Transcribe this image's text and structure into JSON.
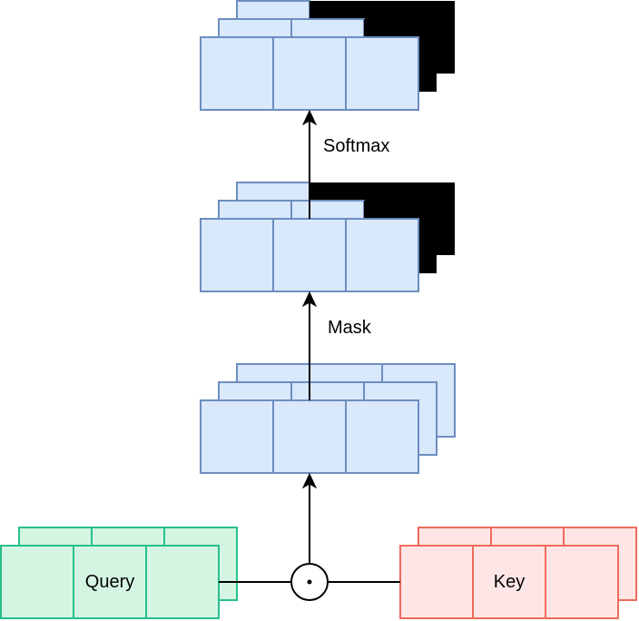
{
  "labels": {
    "query": "Query",
    "key": "Key",
    "mask": "Mask",
    "softmax": "Softmax",
    "dot_operator": "⊙"
  },
  "colors": {
    "blue_fill": "#dae8fc",
    "blue_stroke": "#6c8ebf",
    "green_fill": "#d5f5e3",
    "green_stroke": "#27c08a",
    "red_fill": "#ffe6e6",
    "red_stroke": "#f06b5a",
    "masked": "#000000"
  }
}
